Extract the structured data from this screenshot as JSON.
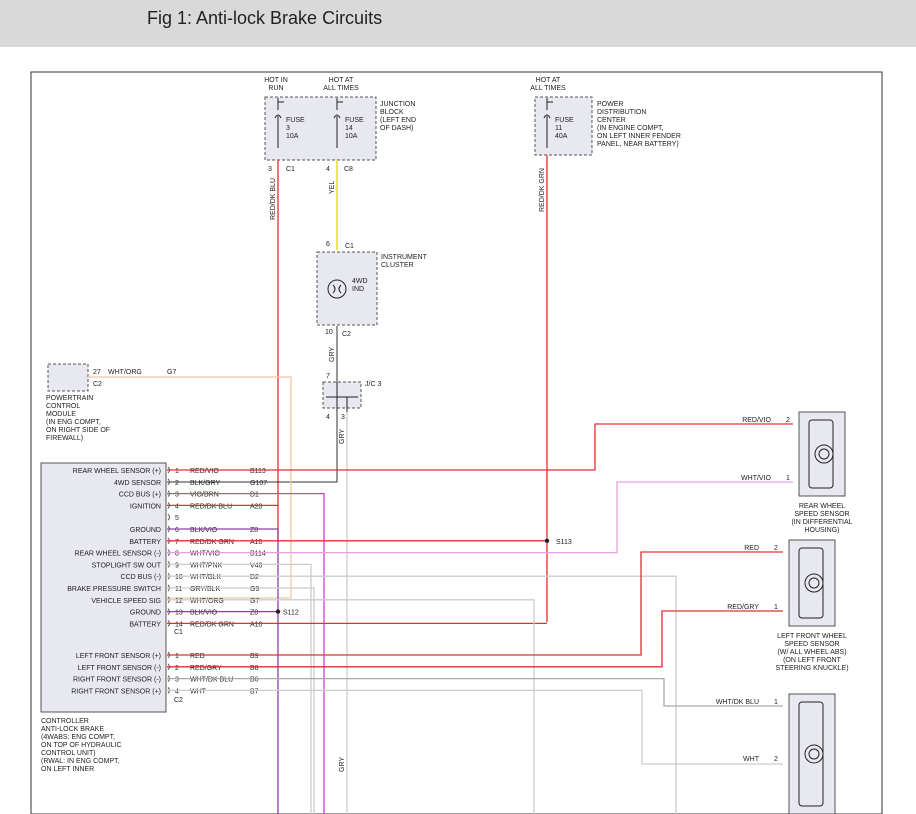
{
  "page": {
    "title": "Fig 1: Anti-lock Brake Circuits"
  },
  "fuses": {
    "hot_in_run": [
      "HOT IN",
      "RUN"
    ],
    "hot_at_all_times_a": [
      "HOT AT",
      "ALL TIMES"
    ],
    "hot_at_all_times_b": [
      "HOT AT",
      "ALL TIMES"
    ],
    "fuse3": [
      "FUSE",
      "3",
      "10A"
    ],
    "fuse14": [
      "FUSE",
      "14",
      "10A"
    ],
    "fuse11": [
      "FUSE",
      "11",
      "40A"
    ],
    "junction_block": [
      "JUNCTION",
      "BLOCK",
      "(LEFT END",
      "OF DASH)"
    ],
    "pdc": [
      "POWER",
      "DISTRIBUTION",
      "CENTER",
      "(IN ENGINE COMPT,",
      "ON LEFT INNER FENDER",
      "PANEL, NEAR BATTERY)"
    ],
    "pin3": "3",
    "c1_a": "C1",
    "pin4": "4",
    "c8": "C8"
  },
  "wires": {
    "red_dk_blu": "RED/DK BLU",
    "yel": "YEL",
    "red_dk_grn": "RED/DK GRN",
    "gry": "GRY",
    "gry2": "GRY",
    "gry3": "GRY"
  },
  "instrument_cluster": {
    "label": [
      "INSTRUMENT",
      "CLUSTER"
    ],
    "lamp": [
      "4WD",
      "IND"
    ],
    "pin6": "6",
    "c1": "C1",
    "pin10": "10",
    "c2": "C2"
  },
  "jc3": {
    "label": "J/C 3",
    "pin7": "7",
    "pin4": "4",
    "pin3": "3"
  },
  "pcm": {
    "pin27": "27",
    "wire": "WHT/ORG",
    "circuit": "G7",
    "conn": "C2",
    "label": [
      "POWERTRAIN",
      "CONTROL",
      "MODULE",
      "(IN ENG COMPT,",
      "ON RIGHT SIDE OF",
      "FIREWALL)"
    ]
  },
  "controller": {
    "c1_rows": [
      {
        "name": "REAR WHEEL SENSOR (+)",
        "pin": "1",
        "wire": "RED/VIO",
        "circuit": "B113"
      },
      {
        "name": "4WD SENSOR",
        "pin": "2",
        "wire": "BLK/GRY",
        "circuit": "G107"
      },
      {
        "name": "CCD BUS (+)",
        "pin": "3",
        "wire": "VIO/BRN",
        "circuit": "D1"
      },
      {
        "name": "IGNITION",
        "pin": "4",
        "wire": "RED/DK BLU",
        "circuit": "A20"
      },
      {
        "name": "",
        "pin": "5",
        "wire": "",
        "circuit": ""
      },
      {
        "name": "GROUND",
        "pin": "6",
        "wire": "BLK/VIO",
        "circuit": "Z8"
      },
      {
        "name": "BATTERY",
        "pin": "7",
        "wire": "RED/DK GRN",
        "circuit": "A10"
      },
      {
        "name": "REAR WHEEL SENSOR (-)",
        "pin": "8",
        "wire": "WHT/VIO",
        "circuit": "B114"
      },
      {
        "name": "STOPLIGHT SW OUT",
        "pin": "9",
        "wire": "WHT/PNK",
        "circuit": "V40"
      },
      {
        "name": "CCD BUS (-)",
        "pin": "10",
        "wire": "WHT/BLK",
        "circuit": "D2"
      },
      {
        "name": "BRAKE PRESSURE SWITCH",
        "pin": "11",
        "wire": "GRY/BLK",
        "circuit": "G9"
      },
      {
        "name": "VEHICLE SPEED SIG",
        "pin": "12",
        "wire": "WHT/ORG",
        "circuit": "G7"
      },
      {
        "name": "GROUND",
        "pin": "13",
        "wire": "BLK/VIO",
        "circuit": "Z8"
      },
      {
        "name": "BATTERY",
        "pin": "14",
        "wire": "RED/DK GRN",
        "circuit": "A10"
      }
    ],
    "c1_label": "C1",
    "c2_rows": [
      {
        "name": "LEFT FRONT SENSOR (+)",
        "pin": "1",
        "wire": "RED",
        "circuit": "B9"
      },
      {
        "name": "LEFT FRONT SENSOR (-)",
        "pin": "2",
        "wire": "RED/GRY",
        "circuit": "B8"
      },
      {
        "name": "RIGHT FRONT SENSOR (-)",
        "pin": "3",
        "wire": "WHT/DK BLU",
        "circuit": "B6"
      },
      {
        "name": "RIGHT FRONT SENSOR (+)",
        "pin": "4",
        "wire": "WHT",
        "circuit": "B7"
      }
    ],
    "c2_label": "C2",
    "label": [
      "CONTROLLER",
      "ANTI-LOCK BRAKE",
      "(4WABS: ENG COMPT,",
      "ON TOP OF HYDRAULIC",
      "CONTROL UNIT)",
      "(RWAL: IN ENG COMPT,",
      "ON LEFT INNER"
    ]
  },
  "splices": {
    "s113": "S113",
    "s112": "S112"
  },
  "rear_sensor": {
    "wire2": "RED/VIO",
    "pin2": "2",
    "wire1": "WHT/VIO",
    "pin1": "1",
    "label": [
      "REAR WHEEL",
      "SPEED SENSOR",
      "(IN DIFFERENTIAL",
      "HOUSING)"
    ]
  },
  "lf_sensor": {
    "wire2": "RED",
    "pin2": "2",
    "wire1": "RED/GRY",
    "pin1": "1",
    "label": [
      "LEFT FRONT WHEEL",
      "SPEED SENSOR",
      "(W/ ALL WHEEL ABS)",
      "(ON LEFT FRONT",
      "STEERING KNUCKLE)"
    ]
  },
  "rf_sensor": {
    "wire1": "WHT/DK BLU",
    "pin1": "1",
    "wire2": "WHT",
    "pin2": "2"
  },
  "colors": {
    "red": "#e03030",
    "yellow": "#e8e000",
    "pink": "#e8a0e0",
    "magenta": "#d040d0",
    "gray": "#aaaaaa",
    "orange": "#f0c8a0",
    "purple": "#9040a0",
    "black": "#333333",
    "lightgray": "#cccccc"
  }
}
